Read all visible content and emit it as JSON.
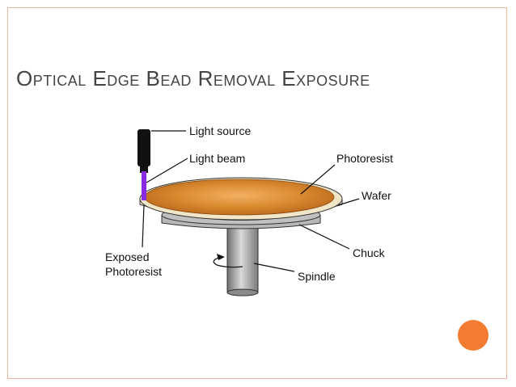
{
  "slide": {
    "title": "Optical Edge Bead Removal Exposure"
  },
  "diagram": {
    "labels": {
      "light_source": "Light source",
      "light_beam": "Light beam",
      "photoresist": "Photoresist",
      "wafer": "Wafer",
      "chuck": "Chuck",
      "spindle": "Spindle",
      "exposed_line1": "Exposed",
      "exposed_line2": "Photoresist"
    },
    "colors": {
      "photoresist": "#c8761e",
      "photoresist_highlight": "#f3b062",
      "wafer_rim": "#f2e6c8",
      "chuck": "#c0c0c0",
      "spindle": "#9a9a9a",
      "light_source": "#111111",
      "light_beam": "#8a2be2",
      "accent_dot": "#f47c32",
      "frame": "#f2b59a"
    }
  }
}
